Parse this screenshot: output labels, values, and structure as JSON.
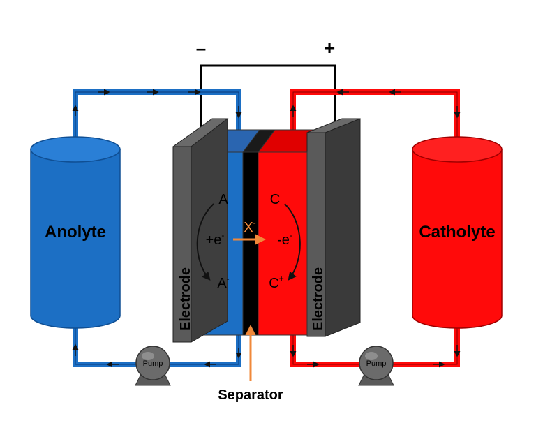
{
  "diagram": {
    "terminals": {
      "negative": "–",
      "positive": "+"
    },
    "tanks": {
      "anolyte": "Anolyte",
      "catholyte": "Catholyte"
    },
    "electrodes": {
      "left": "Electrode",
      "right": "Electrode"
    },
    "pumps": {
      "left": "Pump",
      "right": "Pump"
    },
    "separator": "Separator",
    "anode_side": {
      "species_top": "A",
      "reaction": "+e",
      "reaction_sup": "-",
      "species_bottom": "A",
      "species_bottom_sup": "-"
    },
    "cathode_side": {
      "species_top": "C",
      "reaction": "-e",
      "reaction_sup": "-",
      "species_bottom": "C",
      "species_bottom_sup": "+"
    },
    "ion": {
      "symbol": "X",
      "sup": "-"
    },
    "colors": {
      "anolyte": "#1c6fc4",
      "catholyte": "#ff0a0a",
      "electrode": "#565656",
      "separator": "#000000",
      "ion_arrow": "#f0883a",
      "wire": "#000000"
    }
  }
}
